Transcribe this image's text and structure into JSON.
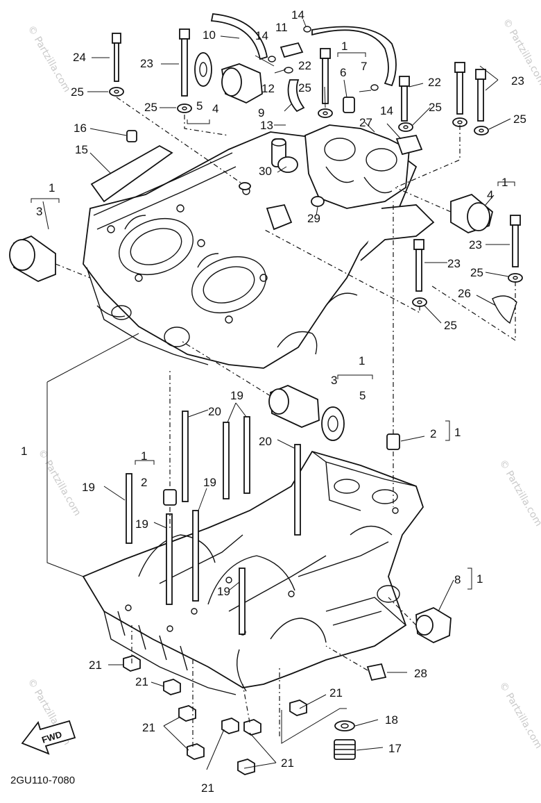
{
  "diagram_code": "2GU110-7080",
  "fwd_label": "FWD",
  "watermark_text": "© Partzilla.com",
  "callout_numbers": [
    "1",
    "2",
    "3",
    "4",
    "5",
    "6",
    "7",
    "8",
    "9",
    "10",
    "11",
    "12",
    "13",
    "14",
    "15",
    "16",
    "17",
    "18",
    "19",
    "20",
    "21",
    "22",
    "23",
    "24",
    "25",
    "26",
    "27",
    "28",
    "29",
    "30"
  ],
  "colors": {
    "ink": "#111111",
    "watermark": "#c9c9c9",
    "background": "#ffffff"
  }
}
